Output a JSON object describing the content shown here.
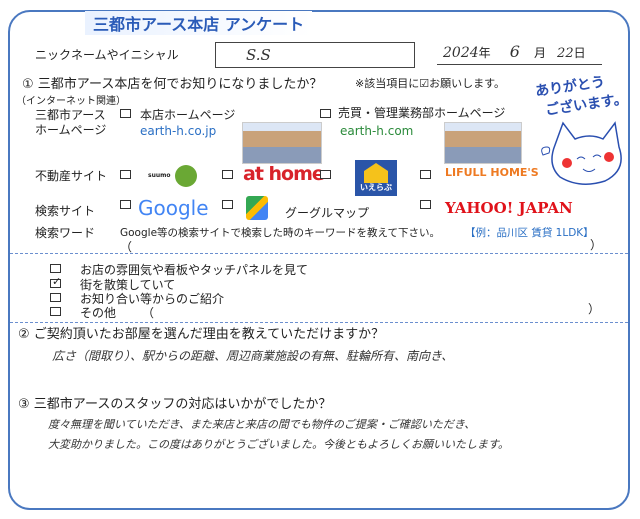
{
  "title": "三都市アース本店 アンケート",
  "nickname": {
    "label": "ニックネームやイニシャル",
    "value": "S.S"
  },
  "date": {
    "year": "2024",
    "year_unit": "年",
    "month": "6",
    "month_unit": "月",
    "day": "22",
    "day_unit": "日"
  },
  "q1": {
    "question": "① 三都市アース本店を何でお知りになりましたか？",
    "note": "※該当項目に☑お願いします。",
    "internet_label": "（インターネット関連）",
    "hp_label_1": "三都市アース",
    "hp_label_2": "ホームページ",
    "hp_main": {
      "label": "本店ホームページ",
      "url": "earth-h.co.jp",
      "checked": false
    },
    "hp_sales": {
      "label": "売買・管理業務部ホームページ",
      "url": "earth-h.com",
      "checked": false
    },
    "realestate_label": "不動産サイト",
    "realestate": [
      {
        "name": "suumo",
        "checked": false
      },
      {
        "name": "at home",
        "checked": false
      },
      {
        "name": "いえらぶ",
        "checked": false
      },
      {
        "name": "LIFULL HOME'S",
        "checked": false
      }
    ],
    "search_label": "検索サイト",
    "search": [
      {
        "name": "Google",
        "checked": false
      },
      {
        "name": "グーグルマップ",
        "checked": false
      },
      {
        "name": "YAHOO! JAPAN",
        "checked": false
      }
    ],
    "keyword_label": "検索ワード",
    "keyword_prompt": "Google等の検索サイトで検索した時のキーワードを教えて下さい。",
    "keyword_example": "【例：品川区 賃貸 1LDK】",
    "keyword_value": "",
    "others": [
      {
        "label": "お店の雰囲気や看板やタッチパネルを見て",
        "checked": false
      },
      {
        "label": "街を散策していて",
        "checked": true
      },
      {
        "label": "お知り合い等からのご紹介",
        "checked": false
      },
      {
        "label": "その他",
        "checked": false
      }
    ],
    "paren_open": "（",
    "paren_close": "）"
  },
  "q2": {
    "question": "② ご契約頂いたお部屋を選んだ理由を教えていただけますか？",
    "answer": "広さ（間取り）、駅からの距離、周辺商業施設の有無、駐輪所有、南向き、"
  },
  "q3": {
    "question": "③ 三都市アースのスタッフの対応はいかがでしたか？",
    "answer_1": "度々無理を聞いていただき、また来店と来店の間でも物件のご提案・ご確認いただき、",
    "answer_2": "大変助かりました。この度はありがとうございました。今後ともよろしくお願いいたします。"
  },
  "mascot": {
    "text_1": "ありがとう",
    "text_2": "ございます。"
  },
  "colors": {
    "frame": "#4a78c0",
    "title": "#2a5bb8",
    "link_blue": "#2a6fc4",
    "link_green": "#2a8a3a",
    "example": "#2a6fc4"
  }
}
